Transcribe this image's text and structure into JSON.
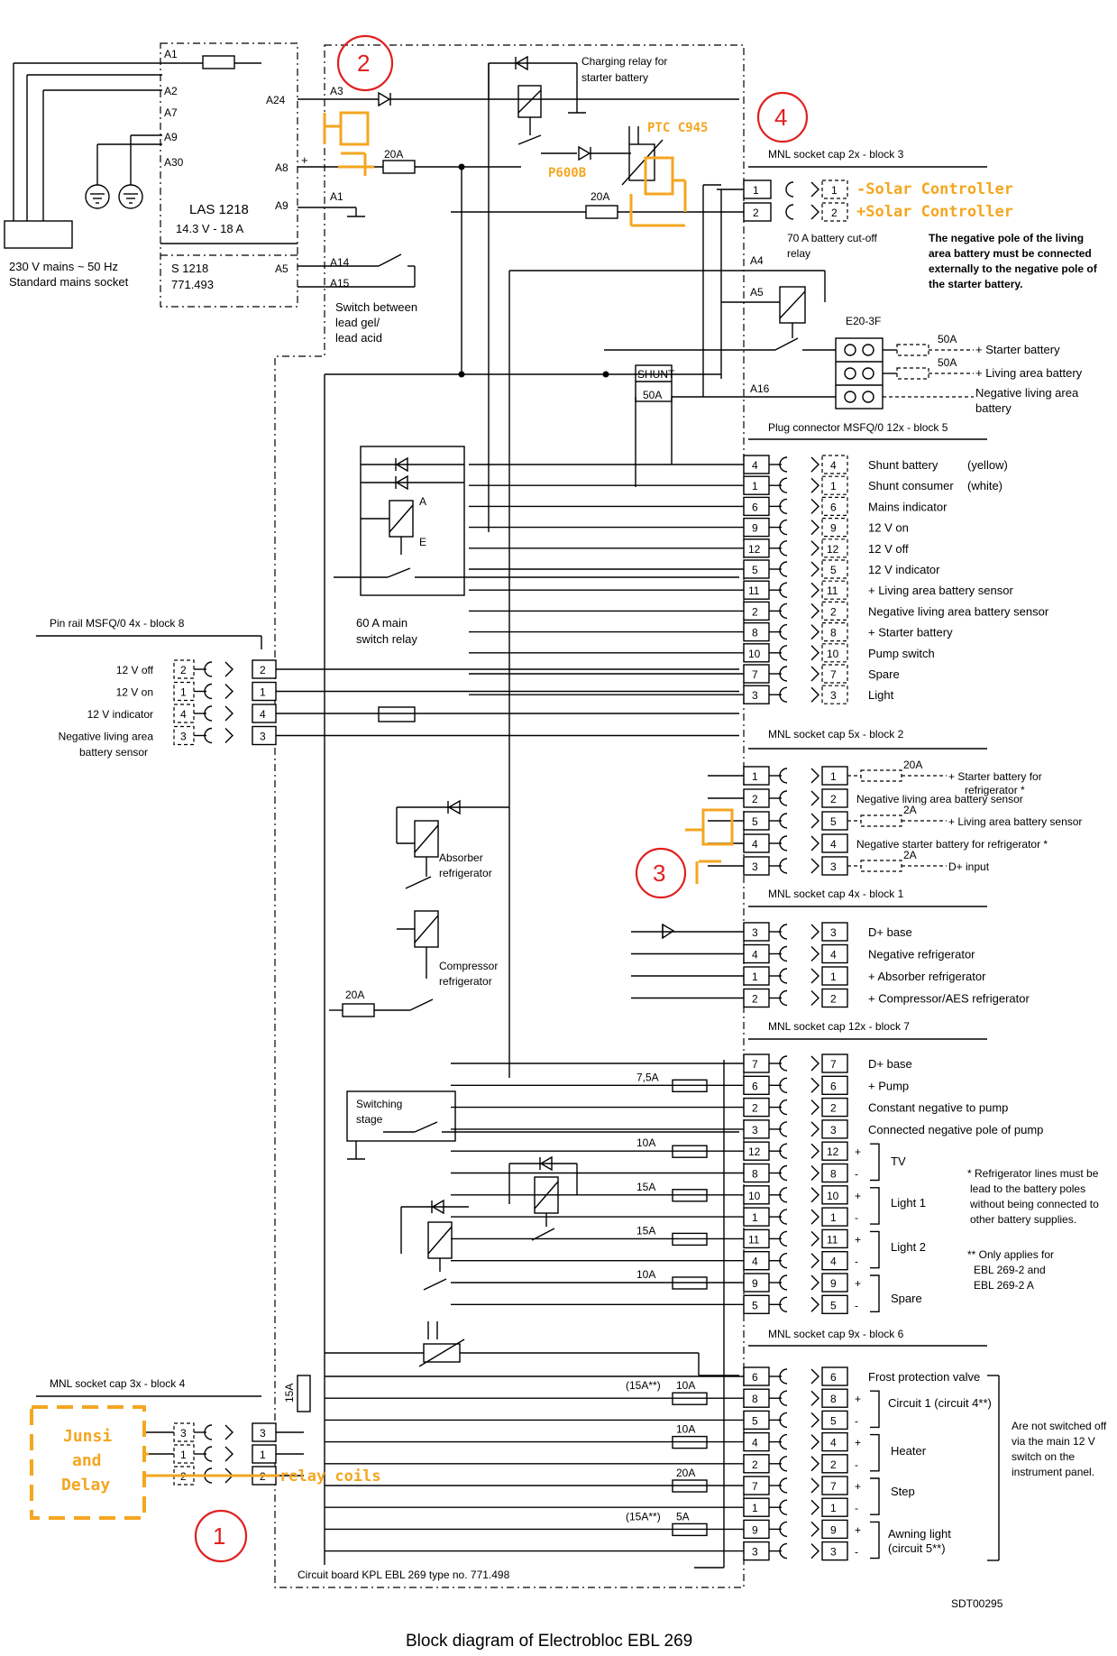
{
  "caption": "Block diagram of Electrobloc EBL 269",
  "doc_code": "SDT00295",
  "mains": {
    "label1": "230 V mains ~ 50 Hz",
    "label2": "Standard mains socket"
  },
  "charger": {
    "model": "LAS 1218",
    "rating": "14.3 V - 18 A",
    "s_model": "S 1218",
    "s_number": "771.493",
    "pins_left": [
      "A1",
      "A2",
      "A7",
      "A9",
      "A30"
    ],
    "pins_right": [
      "A24",
      "A8",
      "A9",
      "A5"
    ],
    "plus": "+"
  },
  "pins_board": {
    "a3": "A3",
    "a1": "A1",
    "a14": "A14",
    "a15": "A15",
    "a4": "A4",
    "a5": "A5",
    "a16": "A16"
  },
  "switch_gel": [
    "Switch between",
    "lead gel/",
    "lead acid"
  ],
  "charging_relay": [
    "Charging relay for",
    "starter battery"
  ],
  "fuse_20a": "20A",
  "solar": {
    "minus": "-Solar Controller",
    "plus": "+Solar Controller",
    "note": [
      "The negative pole of the living",
      "area battery must be connected",
      "externally to the negative pole of",
      "the starter battery."
    ]
  },
  "block3": {
    "title": "MNL socket cap 2x - block 3",
    "pins": [
      "1",
      "2"
    ]
  },
  "relay70": [
    "70 A battery cut-off",
    "relay"
  ],
  "e20": {
    "title": "E20-3F",
    "fuse": "50A"
  },
  "battery_labels": [
    "+ Starter battery",
    "+ Living area battery",
    "Negative living area",
    "battery"
  ],
  "shunt": {
    "name": "SHUNT",
    "rating": "50A"
  },
  "block5": {
    "title": "Plug connector MSFQ/0 12x - block 5",
    "rows": [
      {
        "pin": "4",
        "label": "Shunt battery",
        "extra": "(yellow)"
      },
      {
        "pin": "1",
        "label": "Shunt consumer",
        "extra": "(white)"
      },
      {
        "pin": "6",
        "label": "Mains indicator",
        "extra": ""
      },
      {
        "pin": "9",
        "label": "12 V on",
        "extra": ""
      },
      {
        "pin": "12",
        "label": "12 V off",
        "extra": ""
      },
      {
        "pin": "5",
        "label": "12 V indicator",
        "extra": ""
      },
      {
        "pin": "11",
        "label": "+ Living area battery sensor",
        "extra": ""
      },
      {
        "pin": "2",
        "label": "Negative living area battery sensor",
        "extra": ""
      },
      {
        "pin": "8",
        "label": "+ Starter battery",
        "extra": ""
      },
      {
        "pin": "10",
        "label": "Pump switch",
        "extra": ""
      },
      {
        "pin": "7",
        "label": "Spare",
        "extra": ""
      },
      {
        "pin": "3",
        "label": "Light",
        "extra": ""
      }
    ]
  },
  "main_relay": {
    "label": [
      "60 A main",
      "switch relay"
    ],
    "a": "A",
    "e": "E"
  },
  "block8": {
    "title": "Pin rail MSFQ/0 4x - block 8",
    "rows": [
      {
        "pin": "2",
        "label": "12 V off"
      },
      {
        "pin": "1",
        "label": "12 V on"
      },
      {
        "pin": "4",
        "label": "12 V indicator"
      },
      {
        "pin": "3",
        "label": "Negative living area"
      }
    ],
    "extra_label": "battery sensor"
  },
  "block2": {
    "title": "MNL socket cap 5x - block 2",
    "rows": [
      {
        "pin": "1",
        "fuse": "20A",
        "label": "+ Starter battery for",
        "label2": "refrigerator *"
      },
      {
        "pin": "2",
        "fuse": "",
        "label": "Negative living area battery sensor",
        "label2": ""
      },
      {
        "pin": "5",
        "fuse": "2A",
        "label": "+ Living area battery sensor",
        "label2": ""
      },
      {
        "pin": "4",
        "fuse": "",
        "label": "Negative starter battery for refrigerator *",
        "label2": ""
      },
      {
        "pin": "3",
        "fuse": "2A",
        "label": "D+ input",
        "label2": ""
      }
    ]
  },
  "absorber": [
    "Absorber",
    "refrigerator"
  ],
  "compressor": [
    "Compressor",
    "refrigerator"
  ],
  "block1": {
    "title": "MNL socket cap 4x - block 1",
    "rows": [
      {
        "pin": "3",
        "label": "D+ base"
      },
      {
        "pin": "4",
        "label": "Negative refrigerator"
      },
      {
        "pin": "1",
        "label": "+ Absorber refrigerator"
      },
      {
        "pin": "2",
        "label": "+ Compressor/AES refrigerator"
      }
    ]
  },
  "block7": {
    "title": "MNL socket cap 12x - block 7",
    "rows": [
      {
        "pin": "7",
        "fuse": "",
        "label": "D+ base",
        "sign": ""
      },
      {
        "pin": "6",
        "fuse": "7,5A",
        "label": "+ Pump",
        "sign": ""
      },
      {
        "pin": "2",
        "fuse": "",
        "label": "Constant negative to pump",
        "sign": ""
      },
      {
        "pin": "3",
        "fuse": "",
        "label": "Connected negative pole of pump",
        "sign": ""
      },
      {
        "pin": "12",
        "fuse": "10A",
        "label": "",
        "sign": "+"
      },
      {
        "pin": "8",
        "fuse": "",
        "label": "",
        "sign": "-"
      },
      {
        "pin": "10",
        "fuse": "15A",
        "label": "",
        "sign": "+"
      },
      {
        "pin": "1",
        "fuse": "",
        "label": "",
        "sign": "-"
      },
      {
        "pin": "11",
        "fuse": "15A",
        "label": "",
        "sign": "+"
      },
      {
        "pin": "4",
        "fuse": "",
        "label": "",
        "sign": "-"
      },
      {
        "pin": "9",
        "fuse": "10A",
        "label": "",
        "sign": "+"
      },
      {
        "pin": "5",
        "fuse": "",
        "label": "",
        "sign": "-"
      }
    ],
    "groups": [
      "TV",
      "Light 1",
      "Light 2",
      "Spare"
    ]
  },
  "switching_stage": [
    "Switching",
    "stage"
  ],
  "notes": {
    "n1": [
      "* Refrigerator lines must be",
      "lead to the battery poles",
      "without being connected to",
      "other battery supplies."
    ],
    "n2": [
      "** Only applies for",
      "EBL 269-2 and",
      "EBL 269-2 A"
    ]
  },
  "block6": {
    "title": "MNL socket cap 9x - block 6",
    "rows": [
      {
        "pin": "6",
        "fuse": "",
        "label": "Frost protection valve",
        "sign": ""
      },
      {
        "pin": "8",
        "fuse": "10A",
        "label": "",
        "sign": "+",
        "fuse2": "(15A**)"
      },
      {
        "pin": "5",
        "fuse": "",
        "label": "",
        "sign": "-",
        "fuse2": ""
      },
      {
        "pin": "4",
        "fuse": "10A",
        "label": "",
        "sign": "+",
        "fuse2": ""
      },
      {
        "pin": "2",
        "fuse": "",
        "label": "",
        "sign": "-",
        "fuse2": ""
      },
      {
        "pin": "7",
        "fuse": "20A",
        "label": "",
        "sign": "+",
        "fuse2": ""
      },
      {
        "pin": "1",
        "fuse": "",
        "label": "",
        "sign": "-",
        "fuse2": ""
      },
      {
        "pin": "9",
        "fuse": "5A",
        "label": "",
        "sign": "+",
        "fuse2": "(15A**)"
      },
      {
        "pin": "3",
        "fuse": "",
        "label": "",
        "sign": "-",
        "fuse2": ""
      }
    ],
    "groups": [
      "Circuit 1 (circuit 4**)",
      "Heater",
      "Step",
      "Awning light",
      "(circuit 5**)"
    ],
    "side_note": [
      "Are not switched off",
      "via the main 12 V",
      "switch on the",
      "instrument panel."
    ]
  },
  "block4": {
    "title": "MNL socket cap 3x - block 4",
    "pins": [
      "3",
      "1",
      "2"
    ],
    "fuse": "15A"
  },
  "board_label": "Circuit board KPL EBL 269 type no. 771.498",
  "annotations": {
    "ptc": "PTC C945",
    "p600b": "P600B",
    "junsi": [
      "Junsi",
      "and",
      "Delay"
    ],
    "relay_coils": "relay coils",
    "circles": [
      "1",
      "2",
      "3",
      "4"
    ]
  },
  "colors": {
    "annotation": "#f4a620",
    "circle": "#e02020",
    "line": "#000000"
  }
}
